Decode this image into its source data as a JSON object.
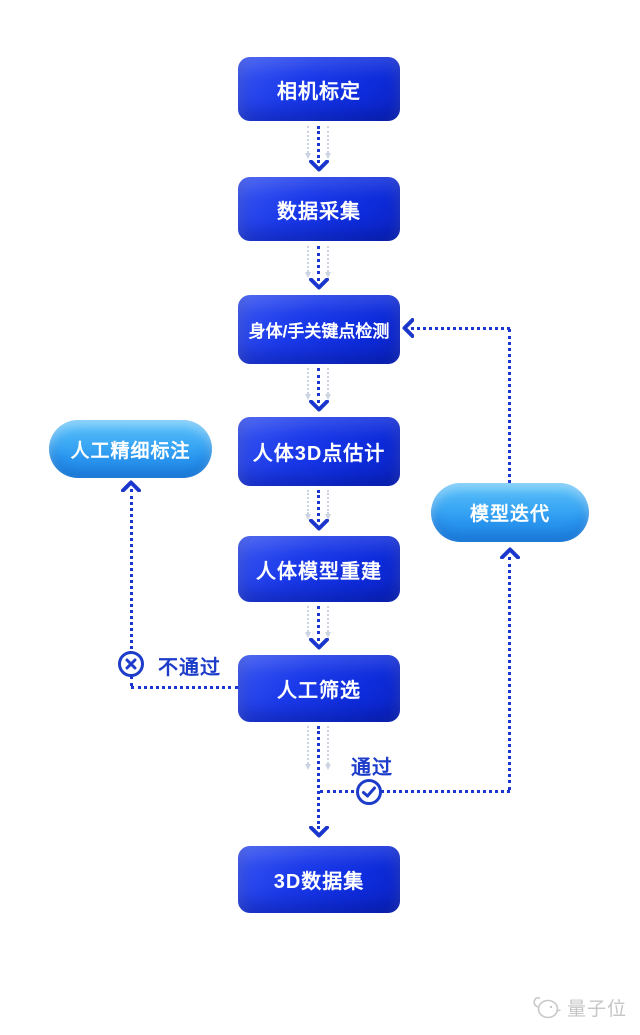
{
  "diagram": {
    "type": "flowchart",
    "nodes": [
      {
        "id": "camera-calibration",
        "label": "相机标定"
      },
      {
        "id": "data-collection",
        "label": "数据采集"
      },
      {
        "id": "keypoint-detection",
        "label": "身体/手关键点检测"
      },
      {
        "id": "human-3d-point-estimation",
        "label": "人体3D点估计"
      },
      {
        "id": "human-model-reconstruction",
        "label": "人体模型重建"
      },
      {
        "id": "manual-screening",
        "label": "人工筛选"
      },
      {
        "id": "dataset-3d",
        "label": "3D数据集"
      }
    ],
    "side_nodes": [
      {
        "id": "manual-fine-annotation",
        "label": "人工精细标注"
      },
      {
        "id": "model-iteration",
        "label": "模型迭代"
      }
    ],
    "labels": {
      "fail": "不通过",
      "pass": "通过"
    },
    "icons": {
      "fail": "x-circle-icon",
      "pass": "check-circle-icon"
    },
    "edges": [
      "相机标定 → 数据采集",
      "数据采集 → 身体/手关键点检测",
      "身体/手关键点检测 → 人体3D点估计",
      "人体3D点估计 → 人体模型重建",
      "人体模型重建 → 人工筛选",
      "人工筛选 →(不通过)→ 人工精细标注",
      "人工筛选 →(通过)→ 模型迭代",
      "模型迭代 → 身体/手关键点检测",
      "人工筛选 → 3D数据集"
    ]
  },
  "colors": {
    "node_gradient_top": "#3a57f1",
    "node_gradient_bottom": "#0a23c4",
    "pill_gradient_top": "#5cc2f9",
    "pill_gradient_bottom": "#1d85e5",
    "line_blue": "#1a36cc",
    "label_blue": "#1d3cc9",
    "motion_gray": "#ccd4e2",
    "watermark_gray": "#c6c6c6",
    "background": "#ffffff"
  },
  "watermark": {
    "text": "量子位"
  }
}
